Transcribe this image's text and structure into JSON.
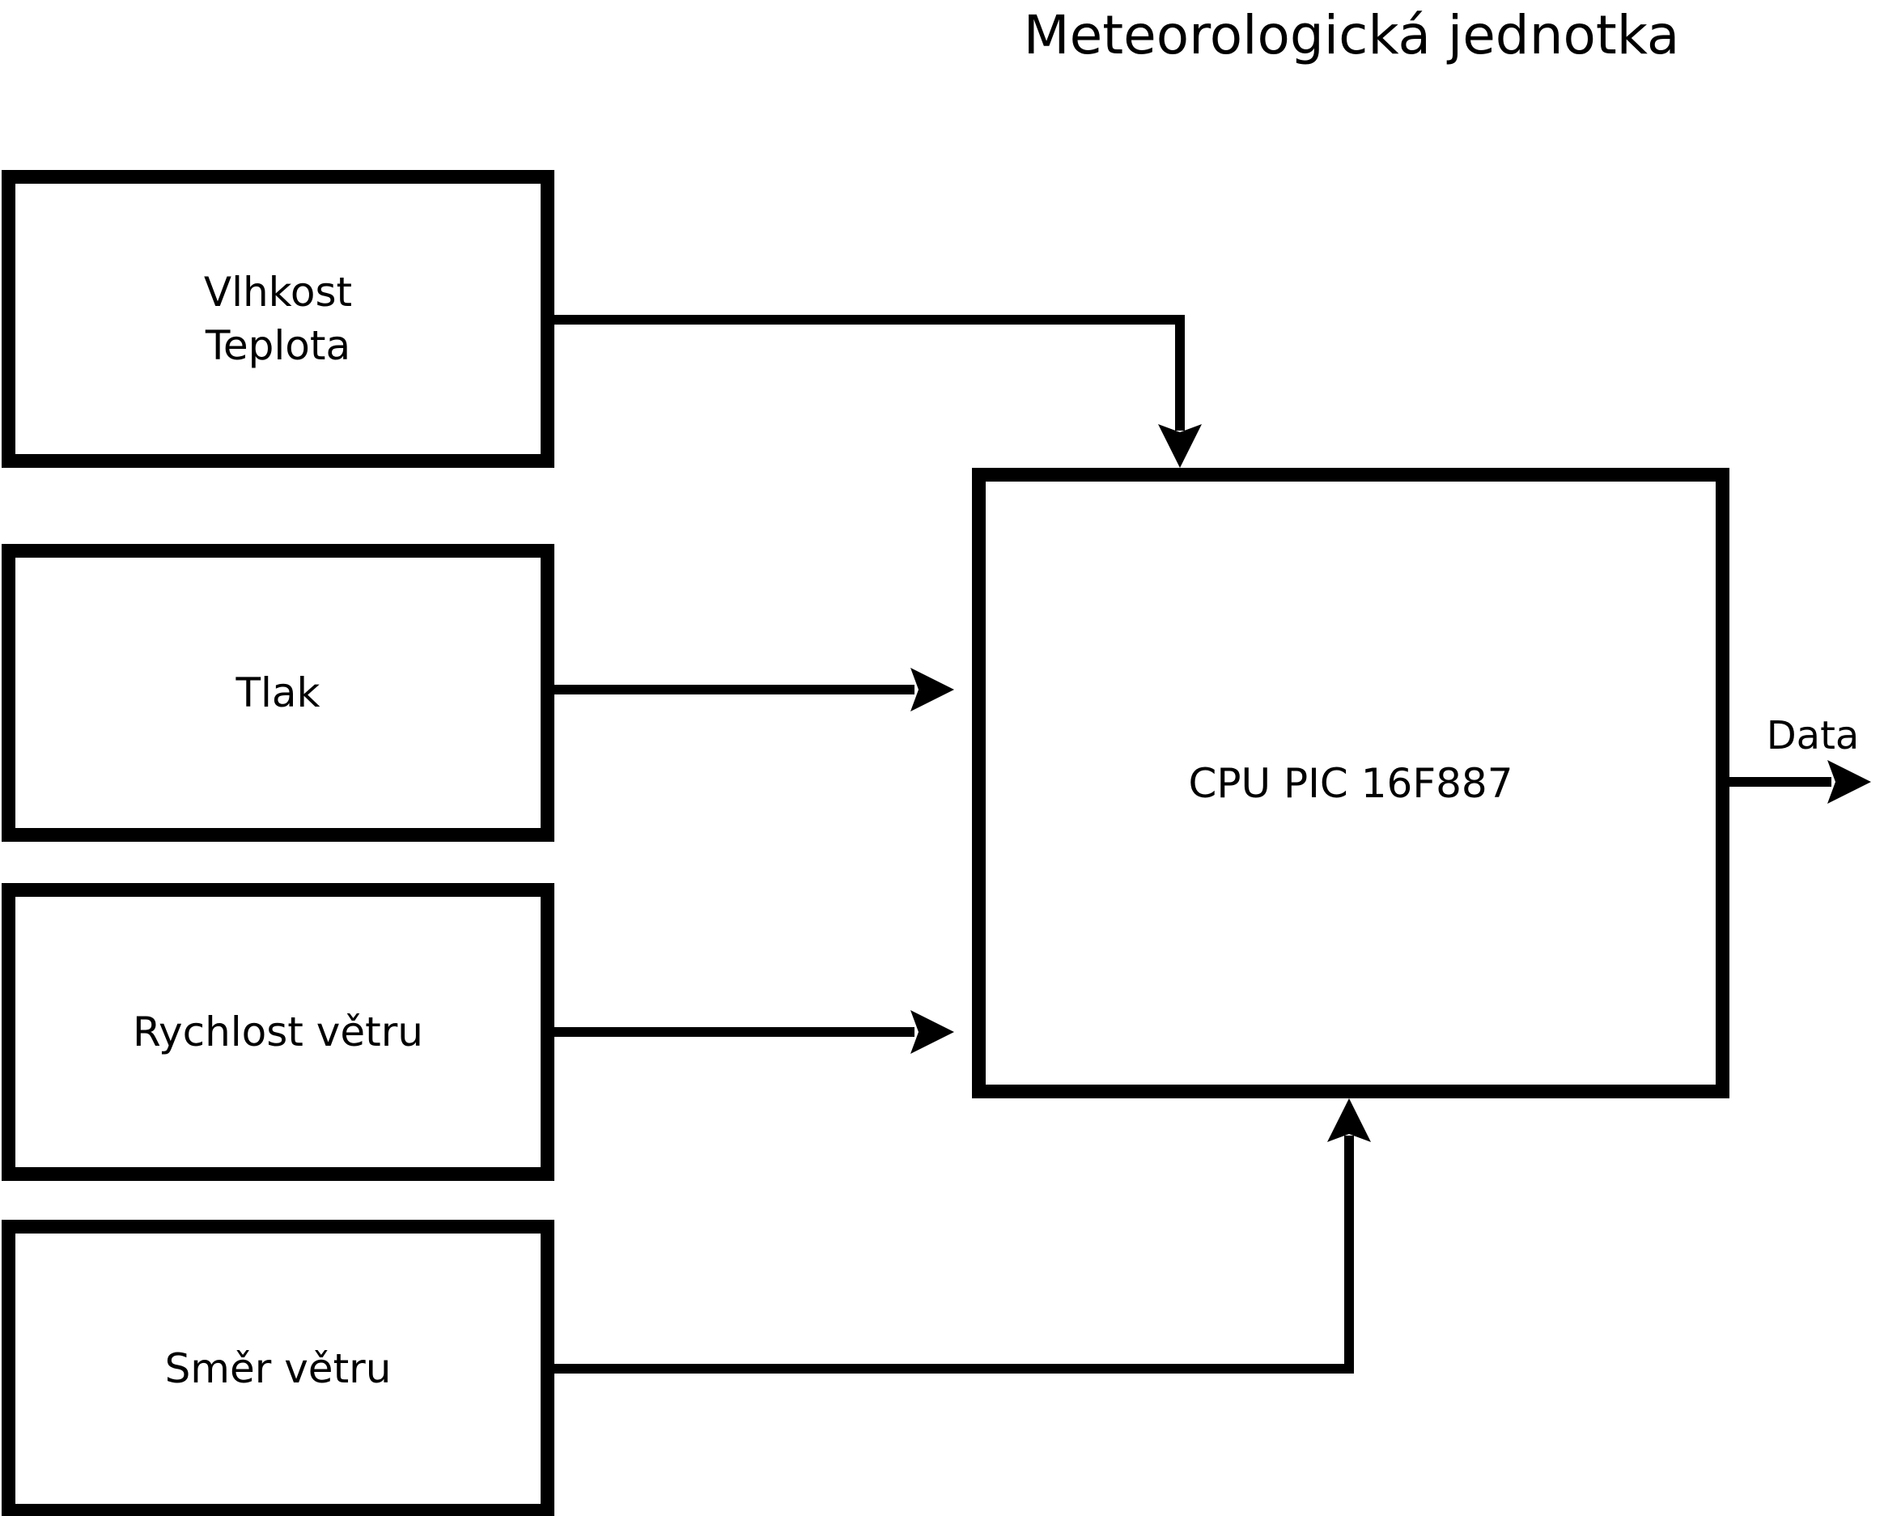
{
  "title": "Meteorologická jednotka",
  "sensors": [
    {
      "name": "humidity-temperature",
      "lines": [
        "Vlhkost",
        "Teplota"
      ]
    },
    {
      "name": "pressure",
      "lines": [
        "Tlak"
      ]
    },
    {
      "name": "wind-speed",
      "lines": [
        "Rychlost větru"
      ]
    },
    {
      "name": "wind-direction",
      "lines": [
        "Směr větru"
      ]
    }
  ],
  "cpu": {
    "label": "CPU PIC 16F887"
  },
  "output_arrow": {
    "label": "Data"
  },
  "connections": [
    {
      "from": "Vlhkost Teplota",
      "to": "CPU PIC 16F887"
    },
    {
      "from": "Tlak",
      "to": "CPU PIC 16F887"
    },
    {
      "from": "Rychlost větru",
      "to": "CPU PIC 16F887"
    },
    {
      "from": "Směr větru",
      "to": "CPU PIC 16F887"
    },
    {
      "from": "CPU PIC 16F887",
      "to": "Data"
    }
  ],
  "colors": {
    "stroke": "#000000",
    "background": "#ffffff",
    "box_fill": "#ffffff",
    "text": "#000000"
  }
}
